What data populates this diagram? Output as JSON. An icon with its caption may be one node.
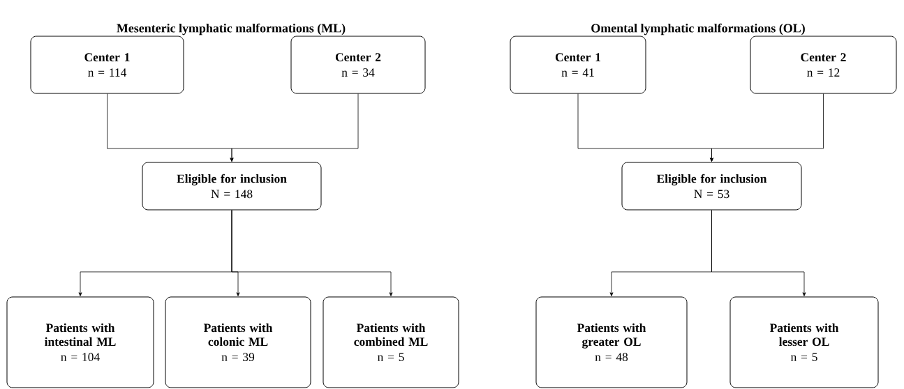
{
  "diagram": {
    "nodes": [
      {
        "text": [
          "Center 1",
          "n = 114"
        ]
      },
      {
        "text": [
          "Center 2",
          "n = 34"
        ]
      },
      {
        "text": [
          "Eligible for inclusion",
          "N = 148"
        ]
      },
      {
        "text": [
          "Patients with intestinal ML",
          "n = 104"
        ]
      },
      {
        "text": [
          "Patients with colonic ML",
          "n = 39"
        ]
      },
      {
        "text": [
          "Patients with combined ML",
          "n = 5"
        ]
      },
      {
        "text": [
          "Center 1",
          "n = 41"
        ]
      },
      {
        "text": [
          "Center 2",
          "n = 12"
        ]
      },
      {
        "text": [
          "Eligible for inclusion",
          "N = 53"
        ]
      },
      {
        "text": [
          "Patients with greater OL",
          "n = 48"
        ]
      },
      {
        "text": [
          "Patients with lesser OL",
          "n = 5"
        ]
      }
    ],
    "edges": [
      {
        "from": 0,
        "to": 2,
        "arrow": "to"
      },
      {
        "from": 1,
        "to": 2,
        "arrow": "to"
      },
      {
        "from": 2,
        "to": 3,
        "arrow": "to"
      },
      {
        "from": 2,
        "to": 4,
        "arrow": "to"
      },
      {
        "from": 2,
        "to": 5,
        "arrow": "to"
      },
      {
        "from": 6,
        "to": 8,
        "arrow": "to"
      },
      {
        "from": 7,
        "to": 8,
        "arrow": "to"
      },
      {
        "from": 8,
        "to": 9,
        "arrow": "to"
      },
      {
        "from": 8,
        "to": 10,
        "arrow": "to"
      }
    ],
    "labels": [
      "Mesenteric lymphatic malformations (ML)",
      "Omental lymphatic malformations (OL)"
    ]
  }
}
